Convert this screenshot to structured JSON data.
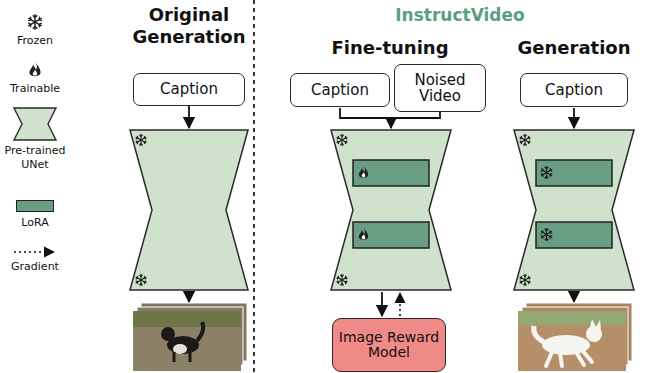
{
  "diagram": {
    "nodes": [
      {
        "text": [
          "Caption"
        ]
      },
      {
        "text": [
          "Caption"
        ]
      },
      {
        "text": [
          "Noised Video"
        ]
      },
      {
        "text": [
          "Image Reward Model"
        ]
      },
      {
        "text": [
          "Caption"
        ]
      }
    ],
    "labels": [
      "Original Generation",
      "InstructVideo",
      "Fine-tuning",
      "Generation"
    ],
    "legend": [
      {
        "text": "Frozen"
      },
      {
        "text": "Trainable"
      },
      {
        "text": "Pre-trained UNet"
      },
      {
        "text": "LoRA",
        "color": "#6a9e84"
      },
      {
        "text": "Gradient"
      }
    ]
  }
}
